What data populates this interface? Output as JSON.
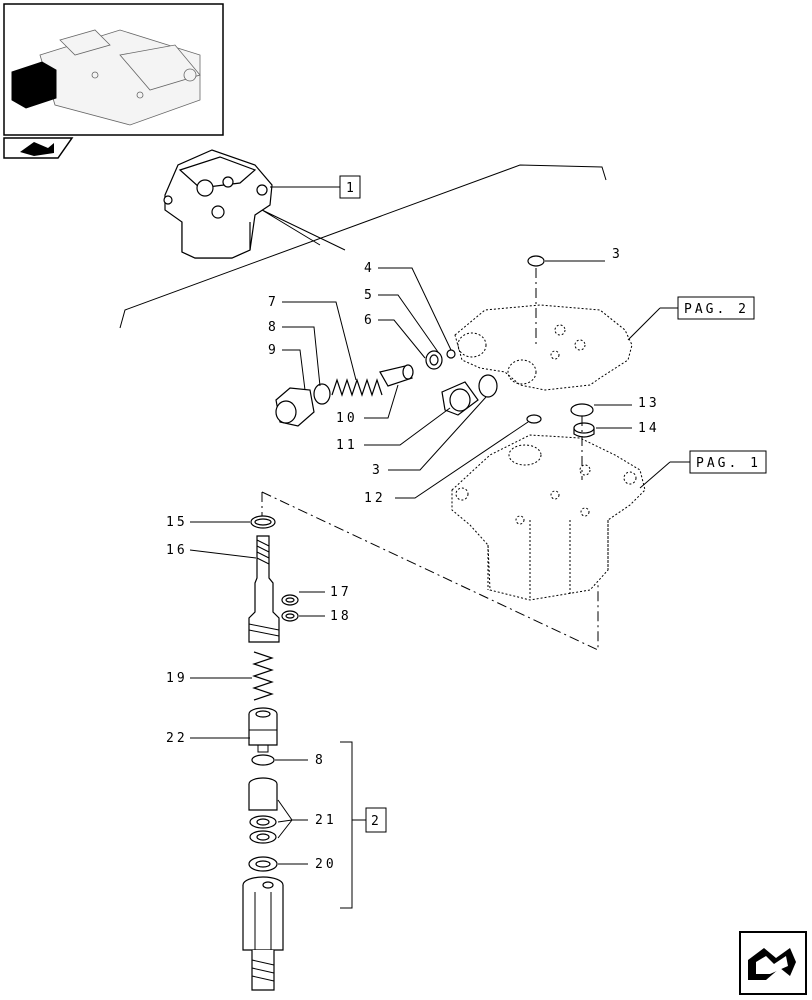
{
  "callouts": {
    "group_ref_1": "1",
    "group_ref_2": "2",
    "pag_2": "PAG. 2",
    "pag_1": "PAG. 1"
  },
  "part_labels": {
    "p3a": "3",
    "p4": "4",
    "p5": "5",
    "p6": "6",
    "p7": "7",
    "p8a": "8",
    "p9": "9",
    "p10": "10",
    "p11": "11",
    "p3b": "3",
    "p12": "12",
    "p13": "13",
    "p14": "14",
    "p15": "15",
    "p16": "16",
    "p17": "17",
    "p18": "18",
    "p19": "19",
    "p22": "22",
    "p8b": "8",
    "p21": "21",
    "p20": "20"
  },
  "icons": {
    "thumbnail": "hydraulic-lift-assembly-thumbnail",
    "book": "catalog-book-icon",
    "next": "next-page-arrow-icon"
  }
}
